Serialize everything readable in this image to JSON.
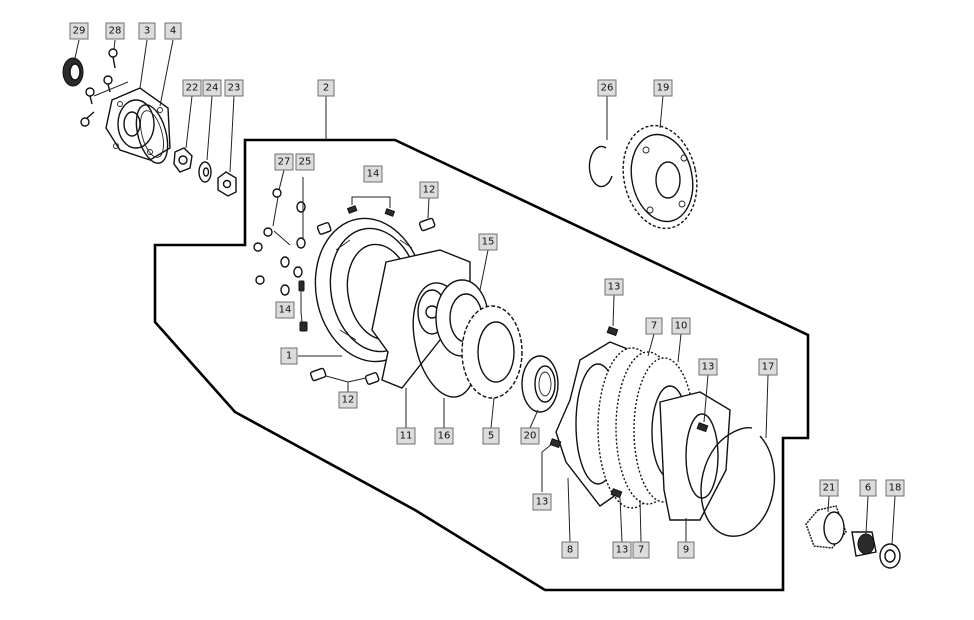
{
  "callouts": [
    {
      "id": "c29",
      "text": "29"
    },
    {
      "id": "c28",
      "text": "28"
    },
    {
      "id": "c3",
      "text": "3"
    },
    {
      "id": "c4",
      "text": "4"
    },
    {
      "id": "c22",
      "text": "22"
    },
    {
      "id": "c24",
      "text": "24"
    },
    {
      "id": "c23",
      "text": "23"
    },
    {
      "id": "c2",
      "text": "2"
    },
    {
      "id": "c26",
      "text": "26"
    },
    {
      "id": "c19",
      "text": "19"
    },
    {
      "id": "c27",
      "text": "27"
    },
    {
      "id": "c25",
      "text": "25"
    },
    {
      "id": "c14a",
      "text": "14"
    },
    {
      "id": "c12a",
      "text": "12"
    },
    {
      "id": "c15",
      "text": "15"
    },
    {
      "id": "c13a",
      "text": "13"
    },
    {
      "id": "c14b",
      "text": "14"
    },
    {
      "id": "c7a",
      "text": "7"
    },
    {
      "id": "c10",
      "text": "10"
    },
    {
      "id": "c1",
      "text": "1"
    },
    {
      "id": "c13b",
      "text": "13"
    },
    {
      "id": "c17",
      "text": "17"
    },
    {
      "id": "c12b",
      "text": "12"
    },
    {
      "id": "c11",
      "text": "11"
    },
    {
      "id": "c16",
      "text": "16"
    },
    {
      "id": "c5",
      "text": "5"
    },
    {
      "id": "c20",
      "text": "20"
    },
    {
      "id": "c13c",
      "text": "13"
    },
    {
      "id": "c21",
      "text": "21"
    },
    {
      "id": "c6",
      "text": "6"
    },
    {
      "id": "c18",
      "text": "18"
    },
    {
      "id": "c8",
      "text": "8"
    },
    {
      "id": "c13d",
      "text": "13"
    },
    {
      "id": "c7b",
      "text": "7"
    },
    {
      "id": "c9",
      "text": "9"
    }
  ]
}
